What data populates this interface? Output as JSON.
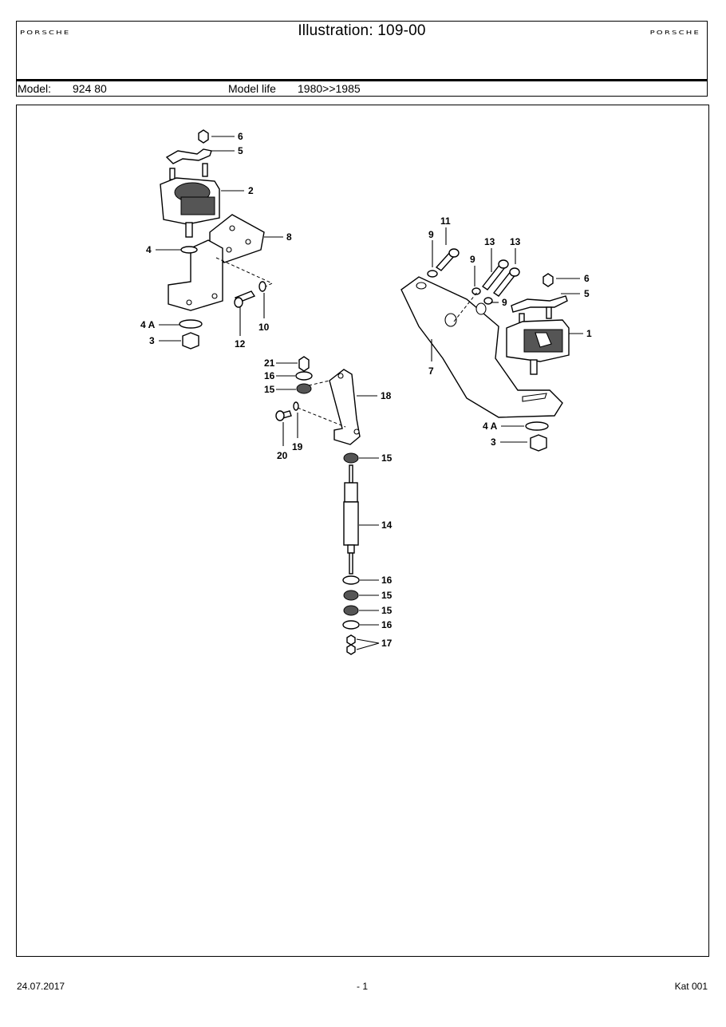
{
  "header": {
    "brand_left": "PORSCHE",
    "brand_right": "PORSCHE",
    "title": "Illustration: 109-00",
    "model_label": "Model:",
    "model_value": "924 80",
    "model_life_label": "Model life",
    "model_life_value": "1980>>1985"
  },
  "callouts": {
    "c6a": "6",
    "c5a": "5",
    "c2": "2",
    "c8": "8",
    "c4": "4",
    "c4Aa": "4 A",
    "c3a": "3",
    "c12": "12",
    "c10": "10",
    "c11": "11",
    "c9a": "9",
    "c9b": "9",
    "c9c": "9",
    "c13a": "13",
    "c13b": "13",
    "c6b": "6",
    "c5b": "5",
    "c1": "1",
    "c7": "7",
    "c4Ab": "4 A",
    "c3b": "3",
    "c21": "21",
    "c16a": "16",
    "c15a": "15",
    "c18": "18",
    "c20": "20",
    "c19": "19",
    "c15b": "15",
    "c14": "14",
    "c16b": "16",
    "c15c": "15",
    "c15d": "15",
    "c16c": "16",
    "c17": "17"
  },
  "footer": {
    "date": "24.07.2017",
    "page": "- 1",
    "catalog": "Kat 001"
  }
}
